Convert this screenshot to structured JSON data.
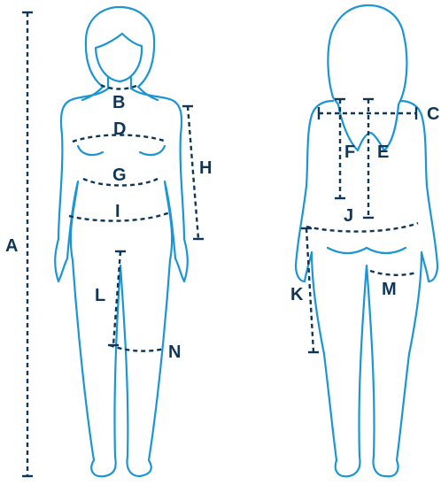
{
  "colors": {
    "outline": "#1b95d3",
    "measure": "#0f3656",
    "background": "#ffffff"
  },
  "figures": [
    "front-body-outline",
    "back-body-outline"
  ],
  "labels": {
    "A": "A",
    "B": "B",
    "C": "C",
    "D": "D",
    "E": "E",
    "F": "F",
    "G": "G",
    "H": "H",
    "I": "I",
    "J": "J",
    "K": "K",
    "L": "L",
    "M": "M",
    "N": "N"
  }
}
